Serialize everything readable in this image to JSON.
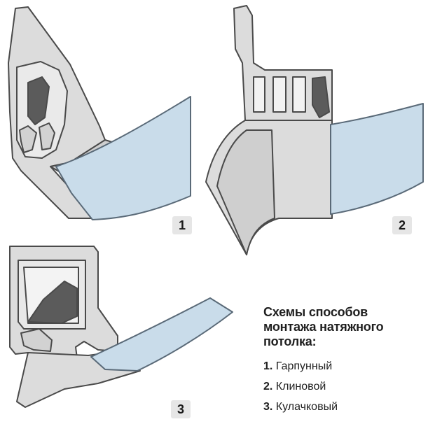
{
  "diagrams": [
    {
      "id": "1",
      "label": "1"
    },
    {
      "id": "2",
      "label": "2"
    },
    {
      "id": "3",
      "label": "3"
    }
  ],
  "legend": {
    "title_lines": [
      "Схемы способов",
      "монтажа натяжного",
      "потолка:"
    ],
    "items": [
      {
        "number": "1.",
        "text": "Гарпунный"
      },
      {
        "number": "2.",
        "text": "Клиновой"
      },
      {
        "number": "3.",
        "text": "Кулачковый"
      }
    ]
  },
  "colors": {
    "profile_fill": "#dcdcdc",
    "profile_stroke": "#4a4a4a",
    "insert_dark": "#5b5b5b",
    "film": "#c9dcea",
    "badge_bg": "#e6e6e6"
  }
}
